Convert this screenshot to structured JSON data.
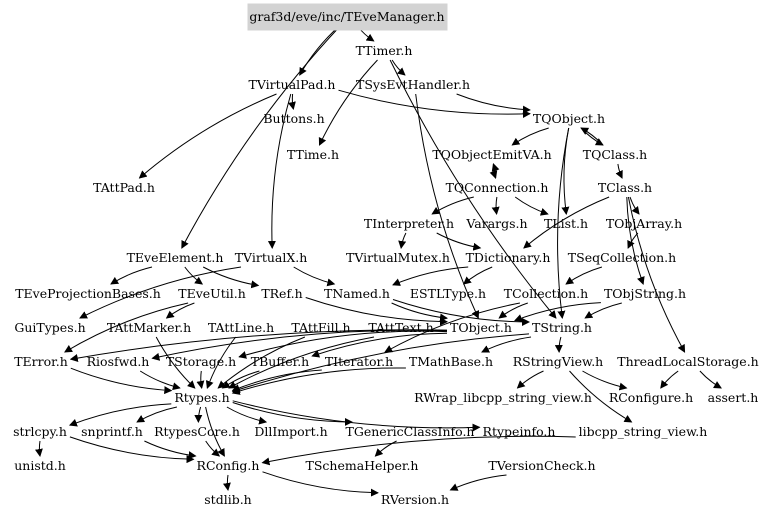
{
  "graph": {
    "root": "graf3d/eve/inc/TEveManager.h",
    "nodes": [
      {
        "id": "TEveManager",
        "label": "graf3d/eve/inc/TEveManager.h"
      },
      {
        "id": "TTimer",
        "label": "TTimer.h"
      },
      {
        "id": "TVirtualPad",
        "label": "TVirtualPad.h"
      },
      {
        "id": "TSysEvtHandler",
        "label": "TSysEvtHandler.h"
      },
      {
        "id": "Buttons",
        "label": "Buttons.h"
      },
      {
        "id": "TQObject",
        "label": "TQObject.h"
      },
      {
        "id": "TTime",
        "label": "TTime.h"
      },
      {
        "id": "TQObjectEmitVA",
        "label": "TQObjectEmitVA.h"
      },
      {
        "id": "TQClass",
        "label": "TQClass.h"
      },
      {
        "id": "TAttPad",
        "label": "TAttPad.h"
      },
      {
        "id": "TQConnection",
        "label": "TQConnection.h"
      },
      {
        "id": "TClass",
        "label": "TClass.h"
      },
      {
        "id": "TInterpreter",
        "label": "TInterpreter.h"
      },
      {
        "id": "Varargs",
        "label": "Varargs.h"
      },
      {
        "id": "TList",
        "label": "TList.h"
      },
      {
        "id": "TObjArray",
        "label": "TObjArray.h"
      },
      {
        "id": "TEveElement",
        "label": "TEveElement.h"
      },
      {
        "id": "TVirtualX",
        "label": "TVirtualX.h"
      },
      {
        "id": "TVirtualMutex",
        "label": "TVirtualMutex.h"
      },
      {
        "id": "TDictionary",
        "label": "TDictionary.h"
      },
      {
        "id": "TSeqCollection",
        "label": "TSeqCollection.h"
      },
      {
        "id": "TEveProjectionBases",
        "label": "TEveProjectionBases.h"
      },
      {
        "id": "TEveUtil",
        "label": "TEveUtil.h"
      },
      {
        "id": "TRef",
        "label": "TRef.h"
      },
      {
        "id": "TNamed",
        "label": "TNamed.h"
      },
      {
        "id": "ESTLType",
        "label": "ESTLType.h"
      },
      {
        "id": "TCollection",
        "label": "TCollection.h"
      },
      {
        "id": "TObjString",
        "label": "TObjString.h"
      },
      {
        "id": "GuiTypes",
        "label": "GuiTypes.h"
      },
      {
        "id": "TAttMarker",
        "label": "TAttMarker.h"
      },
      {
        "id": "TAttLine",
        "label": "TAttLine.h"
      },
      {
        "id": "TAttFill",
        "label": "TAttFill.h"
      },
      {
        "id": "TAttText",
        "label": "TAttText.h"
      },
      {
        "id": "TObject",
        "label": "TObject.h"
      },
      {
        "id": "TString",
        "label": "TString.h"
      },
      {
        "id": "TError",
        "label": "TError.h"
      },
      {
        "id": "Riosfwd",
        "label": "Riosfwd.h"
      },
      {
        "id": "TStorage",
        "label": "TStorage.h"
      },
      {
        "id": "TBuffer",
        "label": "TBuffer.h"
      },
      {
        "id": "TIterator",
        "label": "TIterator.h"
      },
      {
        "id": "TMathBase",
        "label": "TMathBase.h"
      },
      {
        "id": "RStringView",
        "label": "RStringView.h"
      },
      {
        "id": "ThreadLocalStorage",
        "label": "ThreadLocalStorage.h"
      },
      {
        "id": "Rtypes",
        "label": "Rtypes.h"
      },
      {
        "id": "RWrap",
        "label": "RWrap_libcpp_string_view.h"
      },
      {
        "id": "RConfigure",
        "label": "RConfigure.h"
      },
      {
        "id": "assert",
        "label": "assert.h"
      },
      {
        "id": "strlcpy",
        "label": "strlcpy.h"
      },
      {
        "id": "snprintf",
        "label": "snprintf.h"
      },
      {
        "id": "RtypesCore",
        "label": "RtypesCore.h"
      },
      {
        "id": "DllImport",
        "label": "DllImport.h"
      },
      {
        "id": "TGenericClassInfo",
        "label": "TGenericClassInfo.h"
      },
      {
        "id": "Rtypeinfo",
        "label": "Rtypeinfo.h"
      },
      {
        "id": "libcpp",
        "label": "libcpp_string_view.h"
      },
      {
        "id": "unistd",
        "label": "unistd.h"
      },
      {
        "id": "RConfig",
        "label": "RConfig.h"
      },
      {
        "id": "TSchemaHelper",
        "label": "TSchemaHelper.h"
      },
      {
        "id": "TVersionCheck",
        "label": "TVersionCheck.h"
      },
      {
        "id": "stdlib",
        "label": "stdlib.h"
      },
      {
        "id": "RVersion",
        "label": "RVersion.h"
      }
    ],
    "edges": [
      [
        "TEveManager",
        "TTimer"
      ],
      [
        "TEveManager",
        "TVirtualPad"
      ],
      [
        "TEveManager",
        "TEveElement"
      ],
      [
        "TTimer",
        "TSysEvtHandler"
      ],
      [
        "TTimer",
        "TTime"
      ],
      [
        "TTimer",
        "TString"
      ],
      [
        "TVirtualPad",
        "Buttons"
      ],
      [
        "TVirtualPad",
        "TAttPad"
      ],
      [
        "TVirtualPad",
        "TVirtualX"
      ],
      [
        "TVirtualPad",
        "TQObject"
      ],
      [
        "TSysEvtHandler",
        "TQObject"
      ],
      [
        "TSysEvtHandler",
        "TObject"
      ],
      [
        "TQObject",
        "TQObjectEmitVA"
      ],
      [
        "TQObject",
        "TQClass"
      ],
      [
        "TQObject",
        "TList"
      ],
      [
        "TQObject",
        "TString"
      ],
      [
        "TQObjectEmitVA",
        "TQConnection"
      ],
      [
        "TQClass",
        "TClass"
      ],
      [
        "TQClass",
        "TQObject"
      ],
      [
        "TQConnection",
        "TInterpreter"
      ],
      [
        "TQConnection",
        "Varargs"
      ],
      [
        "TQConnection",
        "TList"
      ],
      [
        "TQConnection",
        "TQObjectEmitVA"
      ],
      [
        "TClass",
        "TObjArray"
      ],
      [
        "TClass",
        "TDictionary"
      ],
      [
        "TClass",
        "TObjString"
      ],
      [
        "TClass",
        "ThreadLocalStorage"
      ],
      [
        "TInterpreter",
        "TDictionary"
      ],
      [
        "TInterpreter",
        "TVirtualMutex"
      ],
      [
        "TObjArray",
        "TSeqCollection"
      ],
      [
        "TDictionary",
        "TNamed"
      ],
      [
        "TDictionary",
        "ESTLType"
      ],
      [
        "TSeqCollection",
        "TCollection"
      ],
      [
        "TEveElement",
        "TEveProjectionBases"
      ],
      [
        "TEveElement",
        "TEveUtil"
      ],
      [
        "TEveElement",
        "TRef"
      ],
      [
        "TVirtualX",
        "TNamed"
      ],
      [
        "TVirtualX",
        "GuiTypes"
      ],
      [
        "TEveUtil",
        "TAttMarker"
      ],
      [
        "TEveUtil",
        "TError"
      ],
      [
        "TRef",
        "TObject"
      ],
      [
        "TNamed",
        "TObject"
      ],
      [
        "TNamed",
        "TString"
      ],
      [
        "TCollection",
        "TObject"
      ],
      [
        "TCollection",
        "TIterator"
      ],
      [
        "TObjString",
        "TObject"
      ],
      [
        "TObjString",
        "TString"
      ],
      [
        "TAttMarker",
        "Rtypes"
      ],
      [
        "TAttLine",
        "Rtypes"
      ],
      [
        "TAttFill",
        "Rtypes"
      ],
      [
        "TAttText",
        "Rtypes"
      ],
      [
        "TObject",
        "TStorage"
      ],
      [
        "TObject",
        "TBuffer"
      ],
      [
        "TObject",
        "Riosfwd"
      ],
      [
        "TObject",
        "TError"
      ],
      [
        "TString",
        "TMathBase"
      ],
      [
        "TString",
        "RStringView"
      ],
      [
        "TString",
        "Rtypes"
      ],
      [
        "TError",
        "Rtypes"
      ],
      [
        "Riosfwd",
        "Rtypes"
      ],
      [
        "TStorage",
        "Rtypes"
      ],
      [
        "TBuffer",
        "Rtypes"
      ],
      [
        "TIterator",
        "Rtypes"
      ],
      [
        "TMathBase",
        "Rtypes"
      ],
      [
        "RStringView",
        "RConfigure"
      ],
      [
        "RStringView",
        "RWrap"
      ],
      [
        "RStringView",
        "libcpp"
      ],
      [
        "ThreadLocalStorage",
        "assert"
      ],
      [
        "ThreadLocalStorage",
        "RConfigure"
      ],
      [
        "Rtypes",
        "strlcpy"
      ],
      [
        "Rtypes",
        "snprintf"
      ],
      [
        "Rtypes",
        "RtypesCore"
      ],
      [
        "Rtypes",
        "DllImport"
      ],
      [
        "Rtypes",
        "TGenericClassInfo"
      ],
      [
        "Rtypes",
        "Rtypeinfo"
      ],
      [
        "Rtypes",
        "RConfig"
      ],
      [
        "strlcpy",
        "unistd"
      ],
      [
        "strlcpy",
        "RConfig"
      ],
      [
        "snprintf",
        "RConfig"
      ],
      [
        "RtypesCore",
        "RConfig"
      ],
      [
        "TGenericClassInfo",
        "TSchemaHelper"
      ],
      [
        "libcpp",
        "RConfig"
      ],
      [
        "RConfig",
        "stdlib"
      ],
      [
        "RConfig",
        "RVersion"
      ],
      [
        "TVersionCheck",
        "RVersion"
      ]
    ]
  }
}
